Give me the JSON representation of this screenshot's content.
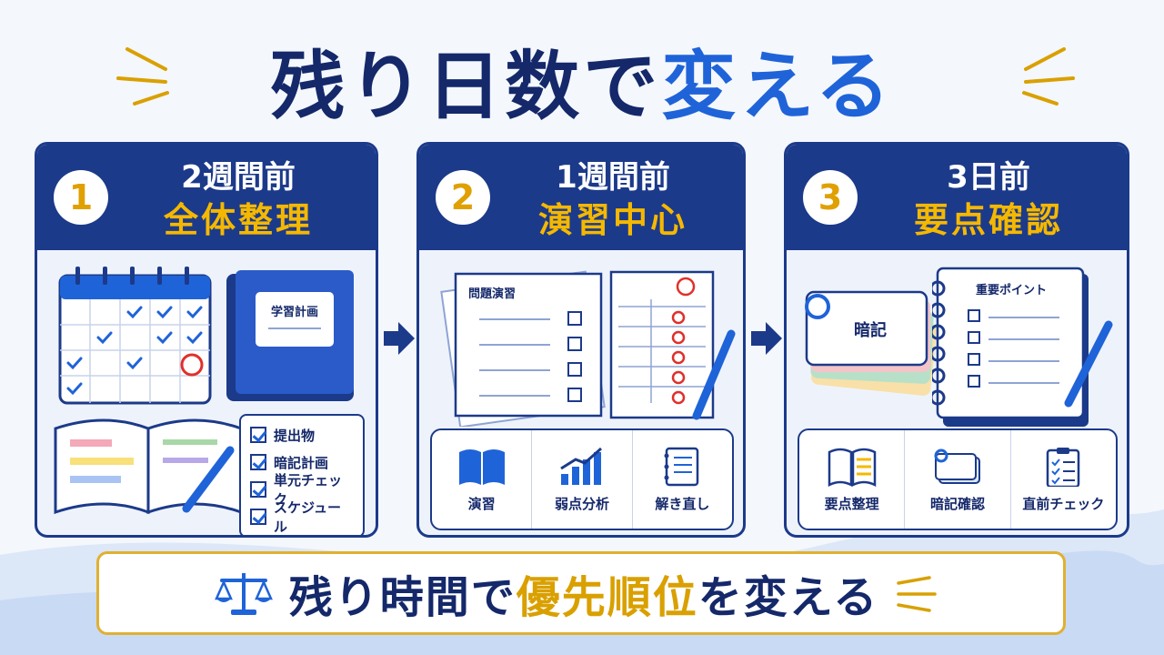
{
  "title": {
    "part1": "残り日数で",
    "part2": "変える"
  },
  "cards": [
    {
      "number": "1",
      "when": "2週間前",
      "focus": "全体整理",
      "book_label": "学習計画",
      "checklist": [
        "提出物",
        "暗記計画",
        "単元チェック",
        "スケジュール"
      ]
    },
    {
      "number": "2",
      "when": "1週間前",
      "focus": "演習中心",
      "paper_label": "問題演習",
      "icons": [
        {
          "name": "book-icon",
          "label": "演習"
        },
        {
          "name": "bar-chart-icon",
          "label": "弱点分析"
        },
        {
          "name": "notebook-icon",
          "label": "解き直し"
        }
      ]
    },
    {
      "number": "3",
      "when": "3日前",
      "focus": "要点確認",
      "card_label": "暗記",
      "notebook_label": "重要ポイント",
      "icons": [
        {
          "name": "open-book-icon",
          "label": "要点整理"
        },
        {
          "name": "flashcard-icon",
          "label": "暗記確認"
        },
        {
          "name": "clipboard-icon",
          "label": "直前チェック"
        }
      ]
    }
  ],
  "banner": {
    "part1": "残り時間で",
    "highlight": "優先順位",
    "part2": "を変える"
  },
  "colors": {
    "navy": "#1c3a8a",
    "accent_blue": "#1f63d8",
    "gold": "#f5b800"
  }
}
